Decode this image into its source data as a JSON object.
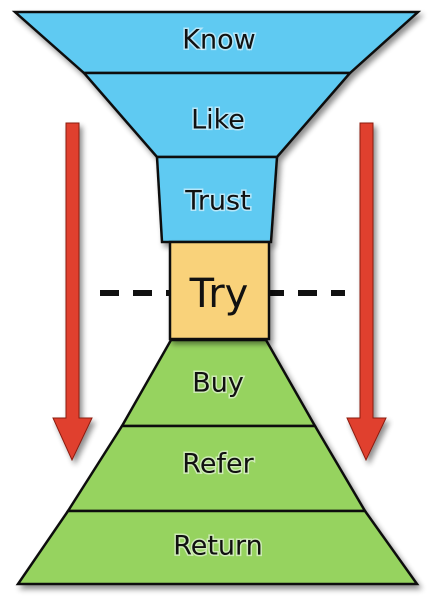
{
  "funnel": {
    "top_stages": [
      "Know",
      "Like",
      "Trust"
    ],
    "middle_stage": "Try",
    "bottom_stages": [
      "Buy",
      "Refer",
      "Return"
    ]
  },
  "colors": {
    "top_fill": "#5fcaf2",
    "middle_fill": "#f9d27a",
    "bottom_fill": "#96d35f",
    "arrow": "#e0412f",
    "outline": "#111111"
  },
  "icons": [
    "down-arrow-icon",
    "down-arrow-icon"
  ]
}
